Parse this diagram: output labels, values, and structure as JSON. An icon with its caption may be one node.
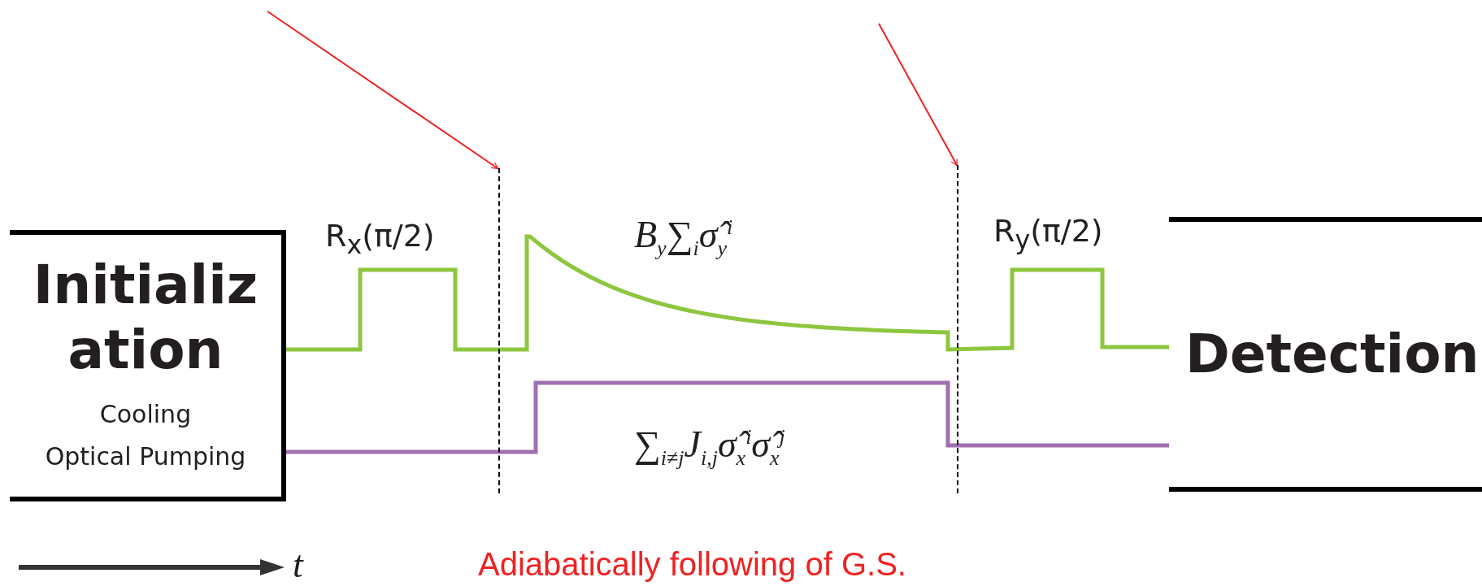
{
  "diagram": {
    "nodes": [
      {
        "text": [
          "Initialization",
          "Cooling",
          "Optical Pumping"
        ]
      },
      {
        "text": [
          "Detection"
        ]
      },
      {
        "text": [],
        "shape": "line"
      },
      {
        "text": [],
        "shape": "line"
      }
    ],
    "edges": [
      {
        "from": 0,
        "to": 1,
        "arrow": "none",
        "style": "thick",
        "color": "#8dc63f"
      },
      {
        "from": 0,
        "to": 1,
        "arrow": "none",
        "style": "thick",
        "color": "#a070b0"
      },
      {
        "from": null,
        "to": 2,
        "arrow": "to",
        "color": "#ee2222"
      },
      {
        "from": null,
        "to": 3,
        "arrow": "to",
        "color": "#ee2222"
      }
    ],
    "labels": [
      "R$_{x}$(π/2)",
      "B$_{y}$∑$_{i}$σ̂$_{y}$$^{i}$",
      "R$_{y}$(π/2)",
      "∑$_{i≠j}$J$_{i,j}$σ̂$_{x}$$^{i}$σ̂$_{x}$$^{j}$",
      "t",
      "Adiabatically following of G.S."
    ]
  }
}
